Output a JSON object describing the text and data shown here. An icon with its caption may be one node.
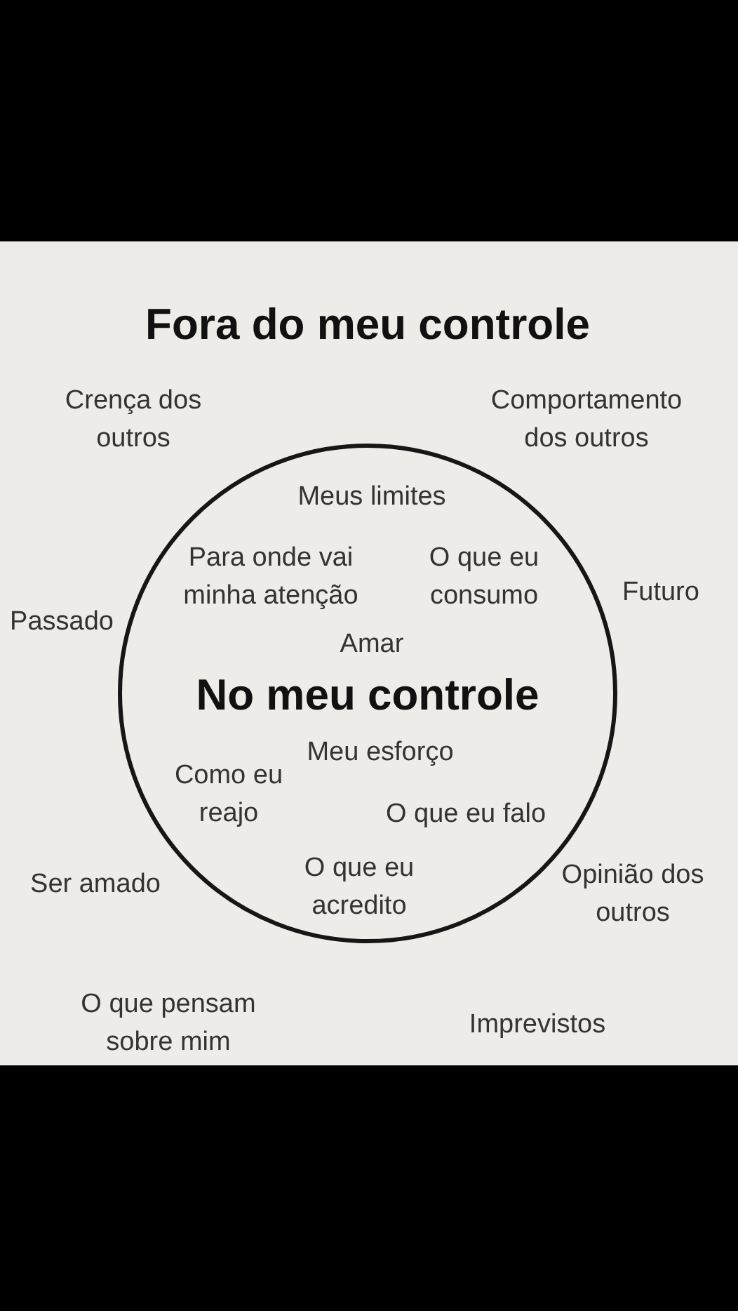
{
  "diagram": {
    "title": "Fora do meu controle",
    "nodes": [
      {
        "text": [
          "Meus limites",
          "Para onde vai minha atenção",
          "O que eu consumo",
          "Amar",
          "No meu controle",
          "Meu esforço",
          "Como eu reajo",
          "O que eu falo",
          "O que eu acredito"
        ]
      }
    ],
    "labels": [
      "Crença dos outros",
      "Comportamento dos outros",
      "Passado",
      "Futuro",
      "Ser amado",
      "Opinião dos outros",
      "O que pensam sobre mim",
      "Imprevistos"
    ]
  }
}
